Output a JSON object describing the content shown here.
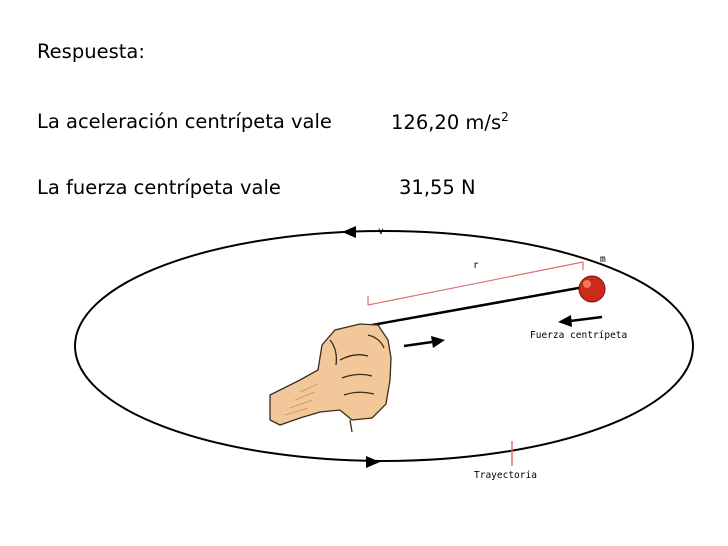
{
  "heading": "Respuesta:",
  "acceleration": {
    "label": "La aceleración centrípeta vale",
    "value": "126,20 m/s",
    "exponent": "2"
  },
  "force": {
    "label": "La fuerza centrípeta vale",
    "value": "31,55 N"
  },
  "diagram": {
    "velocity_label": "v",
    "radius_label": "r",
    "mass_label": "m",
    "force_label": "Fuerza centrípeta",
    "trajectory_label": "Trayectoria",
    "colors": {
      "orbit": "#000000",
      "radius_bracket": "#e07070",
      "ball": "#cc2a1a",
      "hand": "#f2c89a",
      "hand_outline": "#3a2a1a"
    }
  }
}
